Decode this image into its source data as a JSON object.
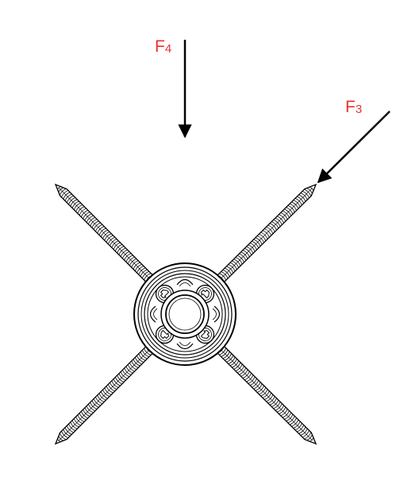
{
  "labels": {
    "f4": {
      "letter": "F",
      "index": "4"
    },
    "f3": {
      "letter": "F",
      "index": "3"
    }
  },
  "colors": {
    "label": "#e8322e",
    "stroke": "#000000",
    "background": "#ffffff"
  },
  "icons": {
    "hub": "bearing-hub-icon",
    "screw": "threaded-screw-icon",
    "arrow": "arrow-icon"
  }
}
